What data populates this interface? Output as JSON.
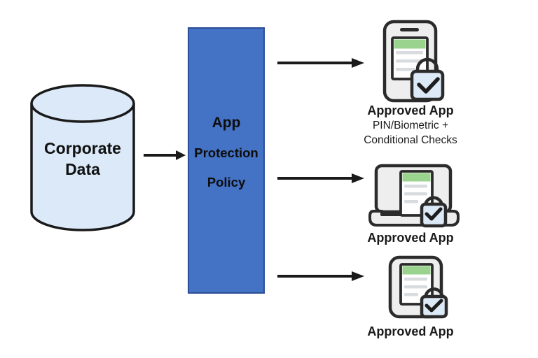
{
  "diagram_title": "App Protection Policy data flow",
  "colors": {
    "policy_box_fill": "#4472C4",
    "policy_box_border": "#2A4E96",
    "cylinder_fill": "#DBE9F8",
    "device_fill": "#EEEEEE",
    "app_header_green": "#9AD38D",
    "lock_fill": "#DCE9F6",
    "outline": "#2B2B2B",
    "text": "#1A1A1A"
  },
  "source": {
    "lines": [
      "Corporate",
      "Data"
    ]
  },
  "policy": {
    "lines": [
      "App",
      "Protection",
      "Policy"
    ]
  },
  "targets": [
    {
      "name": "mobile",
      "labels": [
        "Approved App",
        "PIN/Biometric +",
        "Conditional Checks"
      ]
    },
    {
      "name": "laptop",
      "labels": [
        "Approved App"
      ]
    },
    {
      "name": "document",
      "labels": [
        "Approved App"
      ]
    }
  ]
}
